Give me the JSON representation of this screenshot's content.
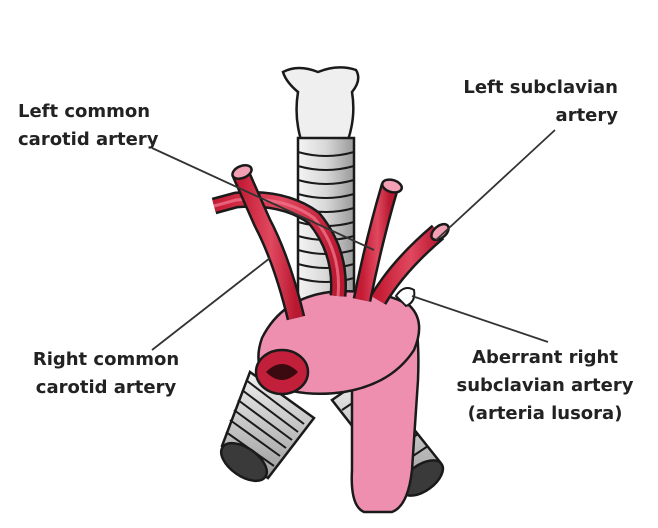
{
  "labels": {
    "left_common_carotid": {
      "line1": "Left common",
      "line2": "carotid artery"
    },
    "left_subclavian": {
      "line1": "Left subclavian",
      "line2": "artery"
    },
    "right_common_carotid": {
      "line1": "Right common",
      "line2": "carotid artery"
    },
    "aberrant_right_subclavian": {
      "line1": "Aberrant right",
      "line2": "subclavian artery",
      "line3": "(arteria lusora)"
    }
  },
  "colors": {
    "artery": "#ee8fb0",
    "artery_dark": "#c21f3a",
    "artery_mid": "#e0405a",
    "airway": "#dcdcdc",
    "outline": "#1a1a1a",
    "leader": "#333333",
    "text": "#222222"
  }
}
